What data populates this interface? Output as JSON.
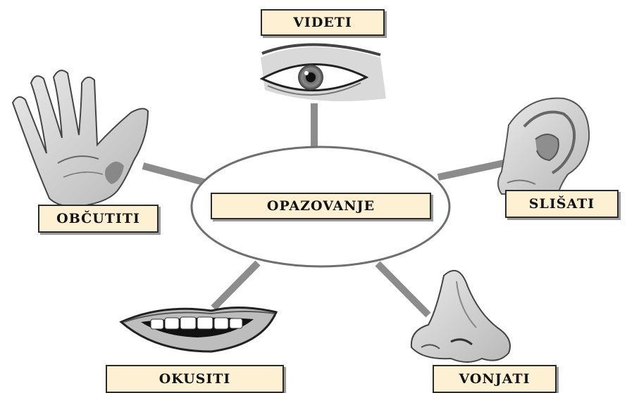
{
  "diagram": {
    "center": "OPAZOVANJE",
    "senses": {
      "see": {
        "label": "VIDETI",
        "icon": "eye-icon"
      },
      "hear": {
        "label": "SLIŠATI",
        "icon": "ear-icon"
      },
      "touch": {
        "label": "OBČUTITI",
        "icon": "hand-icon"
      },
      "taste": {
        "label": "OKUSITI",
        "icon": "mouth-icon"
      },
      "smell": {
        "label": "VONJATI",
        "icon": "nose-icon"
      }
    }
  }
}
